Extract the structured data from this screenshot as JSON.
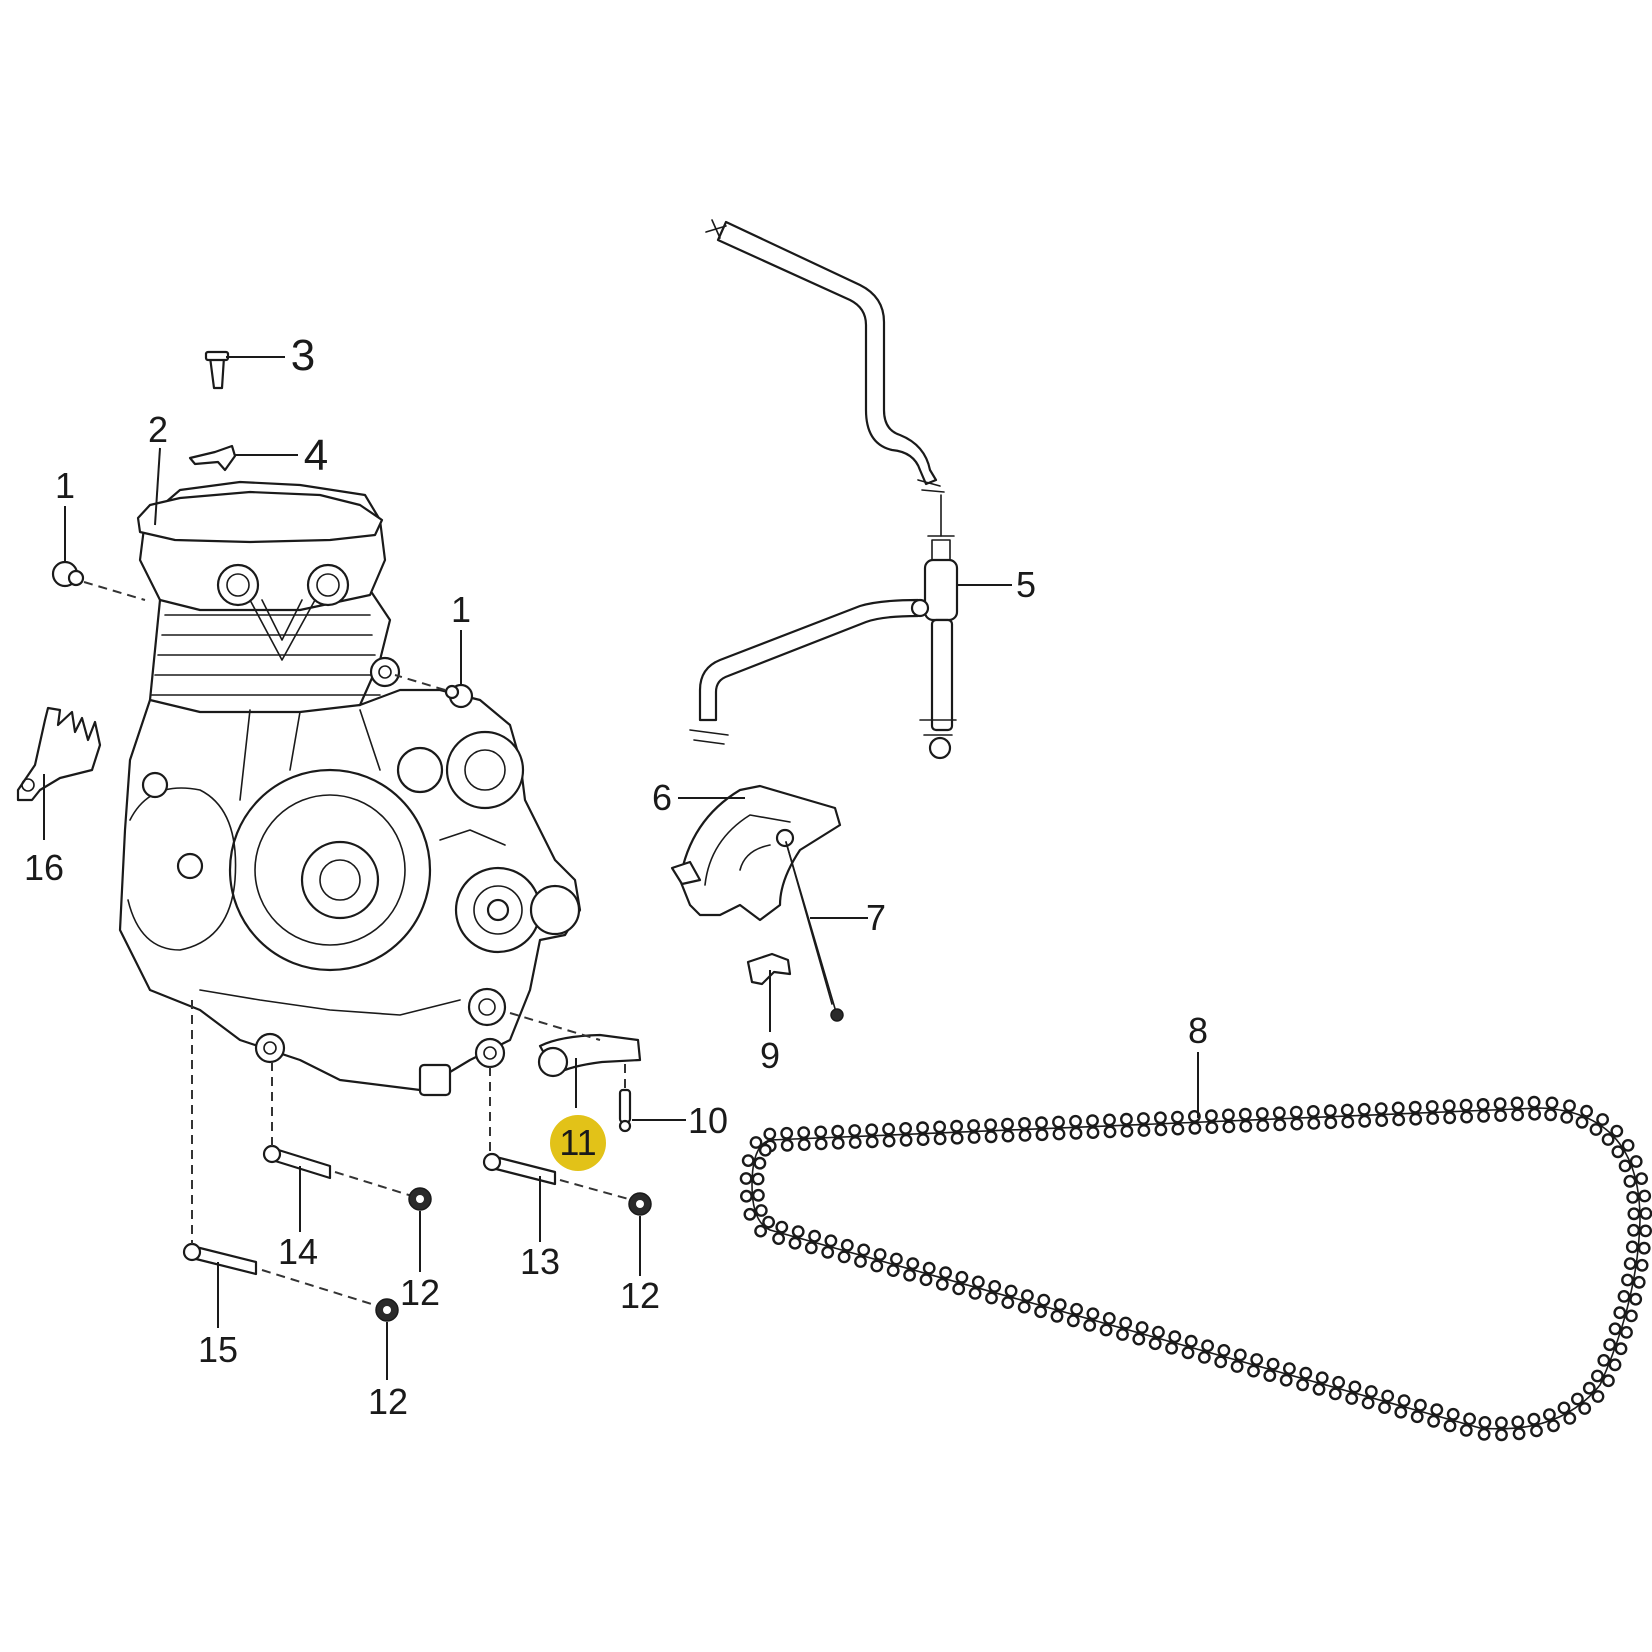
{
  "diagram": {
    "highlight_color": "#e2c218",
    "callouts": [
      {
        "id": "c1a",
        "label": "1"
      },
      {
        "id": "c1b",
        "label": "1"
      },
      {
        "id": "c2",
        "label": "2"
      },
      {
        "id": "c3",
        "label": "3"
      },
      {
        "id": "c4",
        "label": "4"
      },
      {
        "id": "c5",
        "label": "5"
      },
      {
        "id": "c6",
        "label": "6"
      },
      {
        "id": "c7",
        "label": "7"
      },
      {
        "id": "c8",
        "label": "8"
      },
      {
        "id": "c9",
        "label": "9"
      },
      {
        "id": "c10",
        "label": "10"
      },
      {
        "id": "c11",
        "label": "11",
        "highlighted": true
      },
      {
        "id": "c12a",
        "label": "12"
      },
      {
        "id": "c12b",
        "label": "12"
      },
      {
        "id": "c12c",
        "label": "12"
      },
      {
        "id": "c13",
        "label": "13"
      },
      {
        "id": "c14",
        "label": "14"
      },
      {
        "id": "c15",
        "label": "15"
      },
      {
        "id": "c16",
        "label": "16"
      }
    ]
  }
}
